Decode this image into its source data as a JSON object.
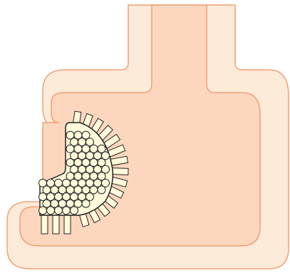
{
  "colors": {
    "background": "#ffffff",
    "outer_wall_fill": "#fdebd9",
    "outer_wall_stroke": "#f2a078",
    "inner_cavity_fill": "#fcd7be",
    "inner_cavity_stroke": "#f0a078",
    "cell_fill": "#fffbdc",
    "cell_stroke": "#222222"
  },
  "parts": {
    "outer_wall": "outer-wall",
    "inner_cavity": "inner-cavity",
    "cell_cluster": "cell-cluster",
    "round_cells": "round-cells",
    "radial_bristles": "radial-bristles",
    "bottom_bristles": "bottom-bristles"
  }
}
